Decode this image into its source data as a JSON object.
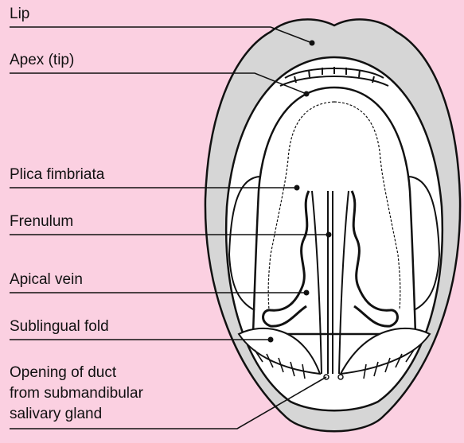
{
  "labels": {
    "lip": "Lip",
    "apex": "Apex (tip)",
    "plica": "Plica fimbriata",
    "frenulum": "Frenulum",
    "apical_vein": "Apical vein",
    "sublingual_fold": "Sublingual fold",
    "duct_line1": "Opening of duct",
    "duct_line2": "from submandibular",
    "duct_line3": "salivary gland"
  },
  "colors": {
    "background": "#fbd0e1",
    "lip": "#d6d6d6",
    "mouth_interior": "#ffffff",
    "outline": "#111111"
  }
}
